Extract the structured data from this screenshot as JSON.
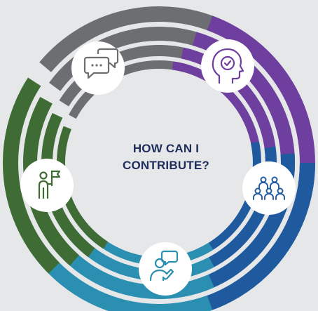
{
  "center": {
    "line1": "HOW CAN I",
    "line2": "CONTRIBUTE?",
    "color": "#1f2d5c"
  },
  "background": "#e6e7e8",
  "segments": [
    {
      "name": "communication",
      "icon": "speech-bubbles-icon",
      "color": "#6d6e71"
    },
    {
      "name": "mindset",
      "icon": "head-checkmark-icon",
      "color": "#6f3fa0"
    },
    {
      "name": "teamwork",
      "icon": "group-of-people-icon",
      "color": "#1f5a9e"
    },
    {
      "name": "speaking-up",
      "icon": "person-speaking-icon",
      "color": "#2a8fb0"
    },
    {
      "name": "leadership",
      "icon": "person-with-flag-icon",
      "color": "#3f6b35"
    }
  ]
}
